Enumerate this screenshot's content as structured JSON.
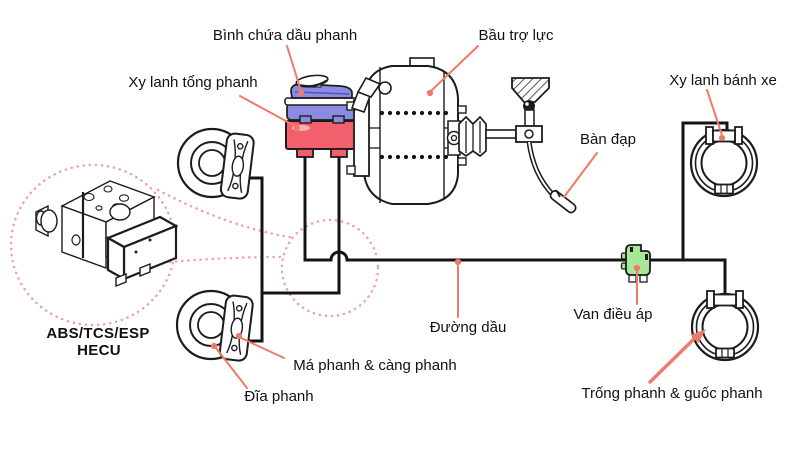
{
  "diagram": {
    "labels": {
      "reservoir": "Bình chứa dầu phanh",
      "booster": "Bầu trợ lực",
      "master_cylinder": "Xy lanh tổng phanh",
      "wheel_cylinder": "Xy lanh bánh xe",
      "pedal": "Bàn đạp",
      "pressure_valve": "Van điều áp",
      "oil_line": "Đường dầu",
      "hecu_line1": "ABS/TCS/ESP",
      "hecu_line2": "HECU",
      "pads_caliper": "Má phanh & càng phanh",
      "disc": "Đĩa phanh",
      "drum_shoes": "Trống phanh & guốc phanh"
    },
    "colors": {
      "reservoir_fill": "#8b8be2",
      "reservoir_dark": "#5353b4",
      "master_cylinder_fill": "#f2606e",
      "valve_fill": "#a9e798",
      "leader": "#f1796a",
      "callout_dotted": "#efa0a6",
      "line_art": "#1c1c1c",
      "pipe": "#141414"
    }
  }
}
